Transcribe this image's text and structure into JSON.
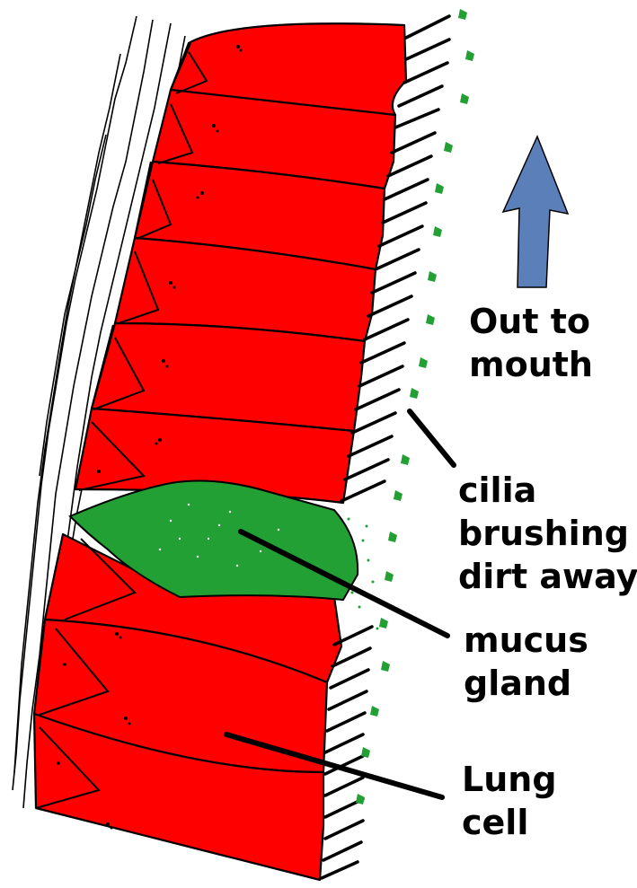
{
  "labels": {
    "out_to_mouth": [
      "Out to",
      "mouth"
    ],
    "cilia": [
      "cilia",
      "brushing",
      "dirt away"
    ],
    "mucus_gland": [
      "mucus",
      "gland"
    ],
    "lung_cell": [
      "Lung",
      "cell"
    ]
  },
  "colors": {
    "cell_fill": "#ff0000",
    "mucus_fill": "#22a033",
    "dirt_particle": "#22a033",
    "arrow_fill": "#5b7fb8",
    "outline": "#000000"
  },
  "icons": {
    "direction_arrow": "arrow-up-icon"
  }
}
